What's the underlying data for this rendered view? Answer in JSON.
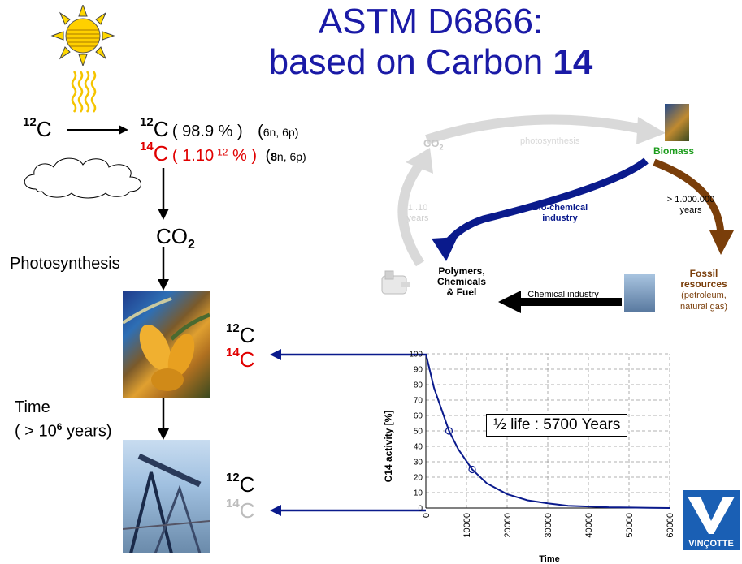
{
  "title": {
    "line1": "ASTM D6866:",
    "line2_prefix": "based on Carbon ",
    "line2_bold": "14"
  },
  "atmosphere": {
    "c12_sup": "12",
    "c12": "C",
    "row1": {
      "sup": "12",
      "el": "C",
      "pct": "( 98.9 % )",
      "np_open": "(",
      "np": "6n, 6p",
      "np_close": ")"
    },
    "row2": {
      "sup": "14",
      "el": "C",
      "pct_a": "( 1.10",
      "pct_exp": "-12",
      "pct_b": " % )",
      "np_open": "(",
      "np_bold": "8",
      "np": "n, 6p",
      "np_close": ")"
    }
  },
  "co2": {
    "main": "CO",
    "sub": "2"
  },
  "photosynthesis_label": "Photosynthesis",
  "time_label": {
    "line1": "Time",
    "line2_a": "( > 10",
    "line2_exp": "6",
    "line2_b": " years)"
  },
  "biomass_isotopes": {
    "c12_sup": "12",
    "c12": "C",
    "c14_sup": "14",
    "c14": "C"
  },
  "fossil_isotopes": {
    "c12_sup": "12",
    "c12": "C",
    "c14_sup": "14",
    "c14": "C"
  },
  "cycle": {
    "co2": "CO",
    "co2_sub": "2",
    "photosynthesis": "photosynthesis",
    "biomass": "Biomass",
    "years_long": {
      "line1": "> 1.000.000",
      "line2": "years"
    },
    "years_short": {
      "line1": "1..10",
      "line2": "years"
    },
    "biochem": {
      "line1": "Bio-chemical",
      "line2": "industry"
    },
    "fossil": {
      "line1": "Fossil",
      "line2": "resources",
      "line3": "(petroleum,",
      "line4": "natural gas)"
    },
    "chemical_industry": "Chemical industry",
    "polymers": {
      "line1": "Polymers,",
      "line2": "Chemicals",
      "line3": "& Fuel"
    }
  },
  "logo": {
    "text": "VINÇOTTE"
  },
  "colors": {
    "title": "#1a1aa6",
    "red": "#e00000",
    "navy": "#0a1a8c",
    "brown": "#7a3e0a",
    "grey": "#d2d2d2",
    "biomass_green": "#1c9c1c"
  },
  "chart_data": {
    "type": "line",
    "ylabel": "C14 activity [%]",
    "xlabel": "Time",
    "annotation": "½ life : 5700 Years",
    "xlim": [
      0,
      60000
    ],
    "ylim": [
      0,
      100
    ],
    "x_ticks": [
      "0",
      "10000",
      "20000",
      "30000",
      "40000",
      "50000",
      "60000"
    ],
    "y_ticks": [
      "0",
      "10",
      "20",
      "30",
      "40",
      "50",
      "60",
      "70",
      "80",
      "90",
      "100"
    ],
    "series": [
      {
        "x": [
          0,
          2000,
          5700,
          8000,
          11400,
          15000,
          20000,
          25000,
          30000,
          35000,
          40000,
          45000,
          50000,
          55000,
          60000
        ],
        "y": [
          100,
          78,
          50,
          38,
          25,
          16,
          9,
          5,
          3,
          1.5,
          1,
          0.5,
          0.3,
          0.1,
          0
        ]
      }
    ],
    "markers": [
      {
        "x": 5700,
        "y": 50
      },
      {
        "x": 11400,
        "y": 25
      }
    ]
  }
}
